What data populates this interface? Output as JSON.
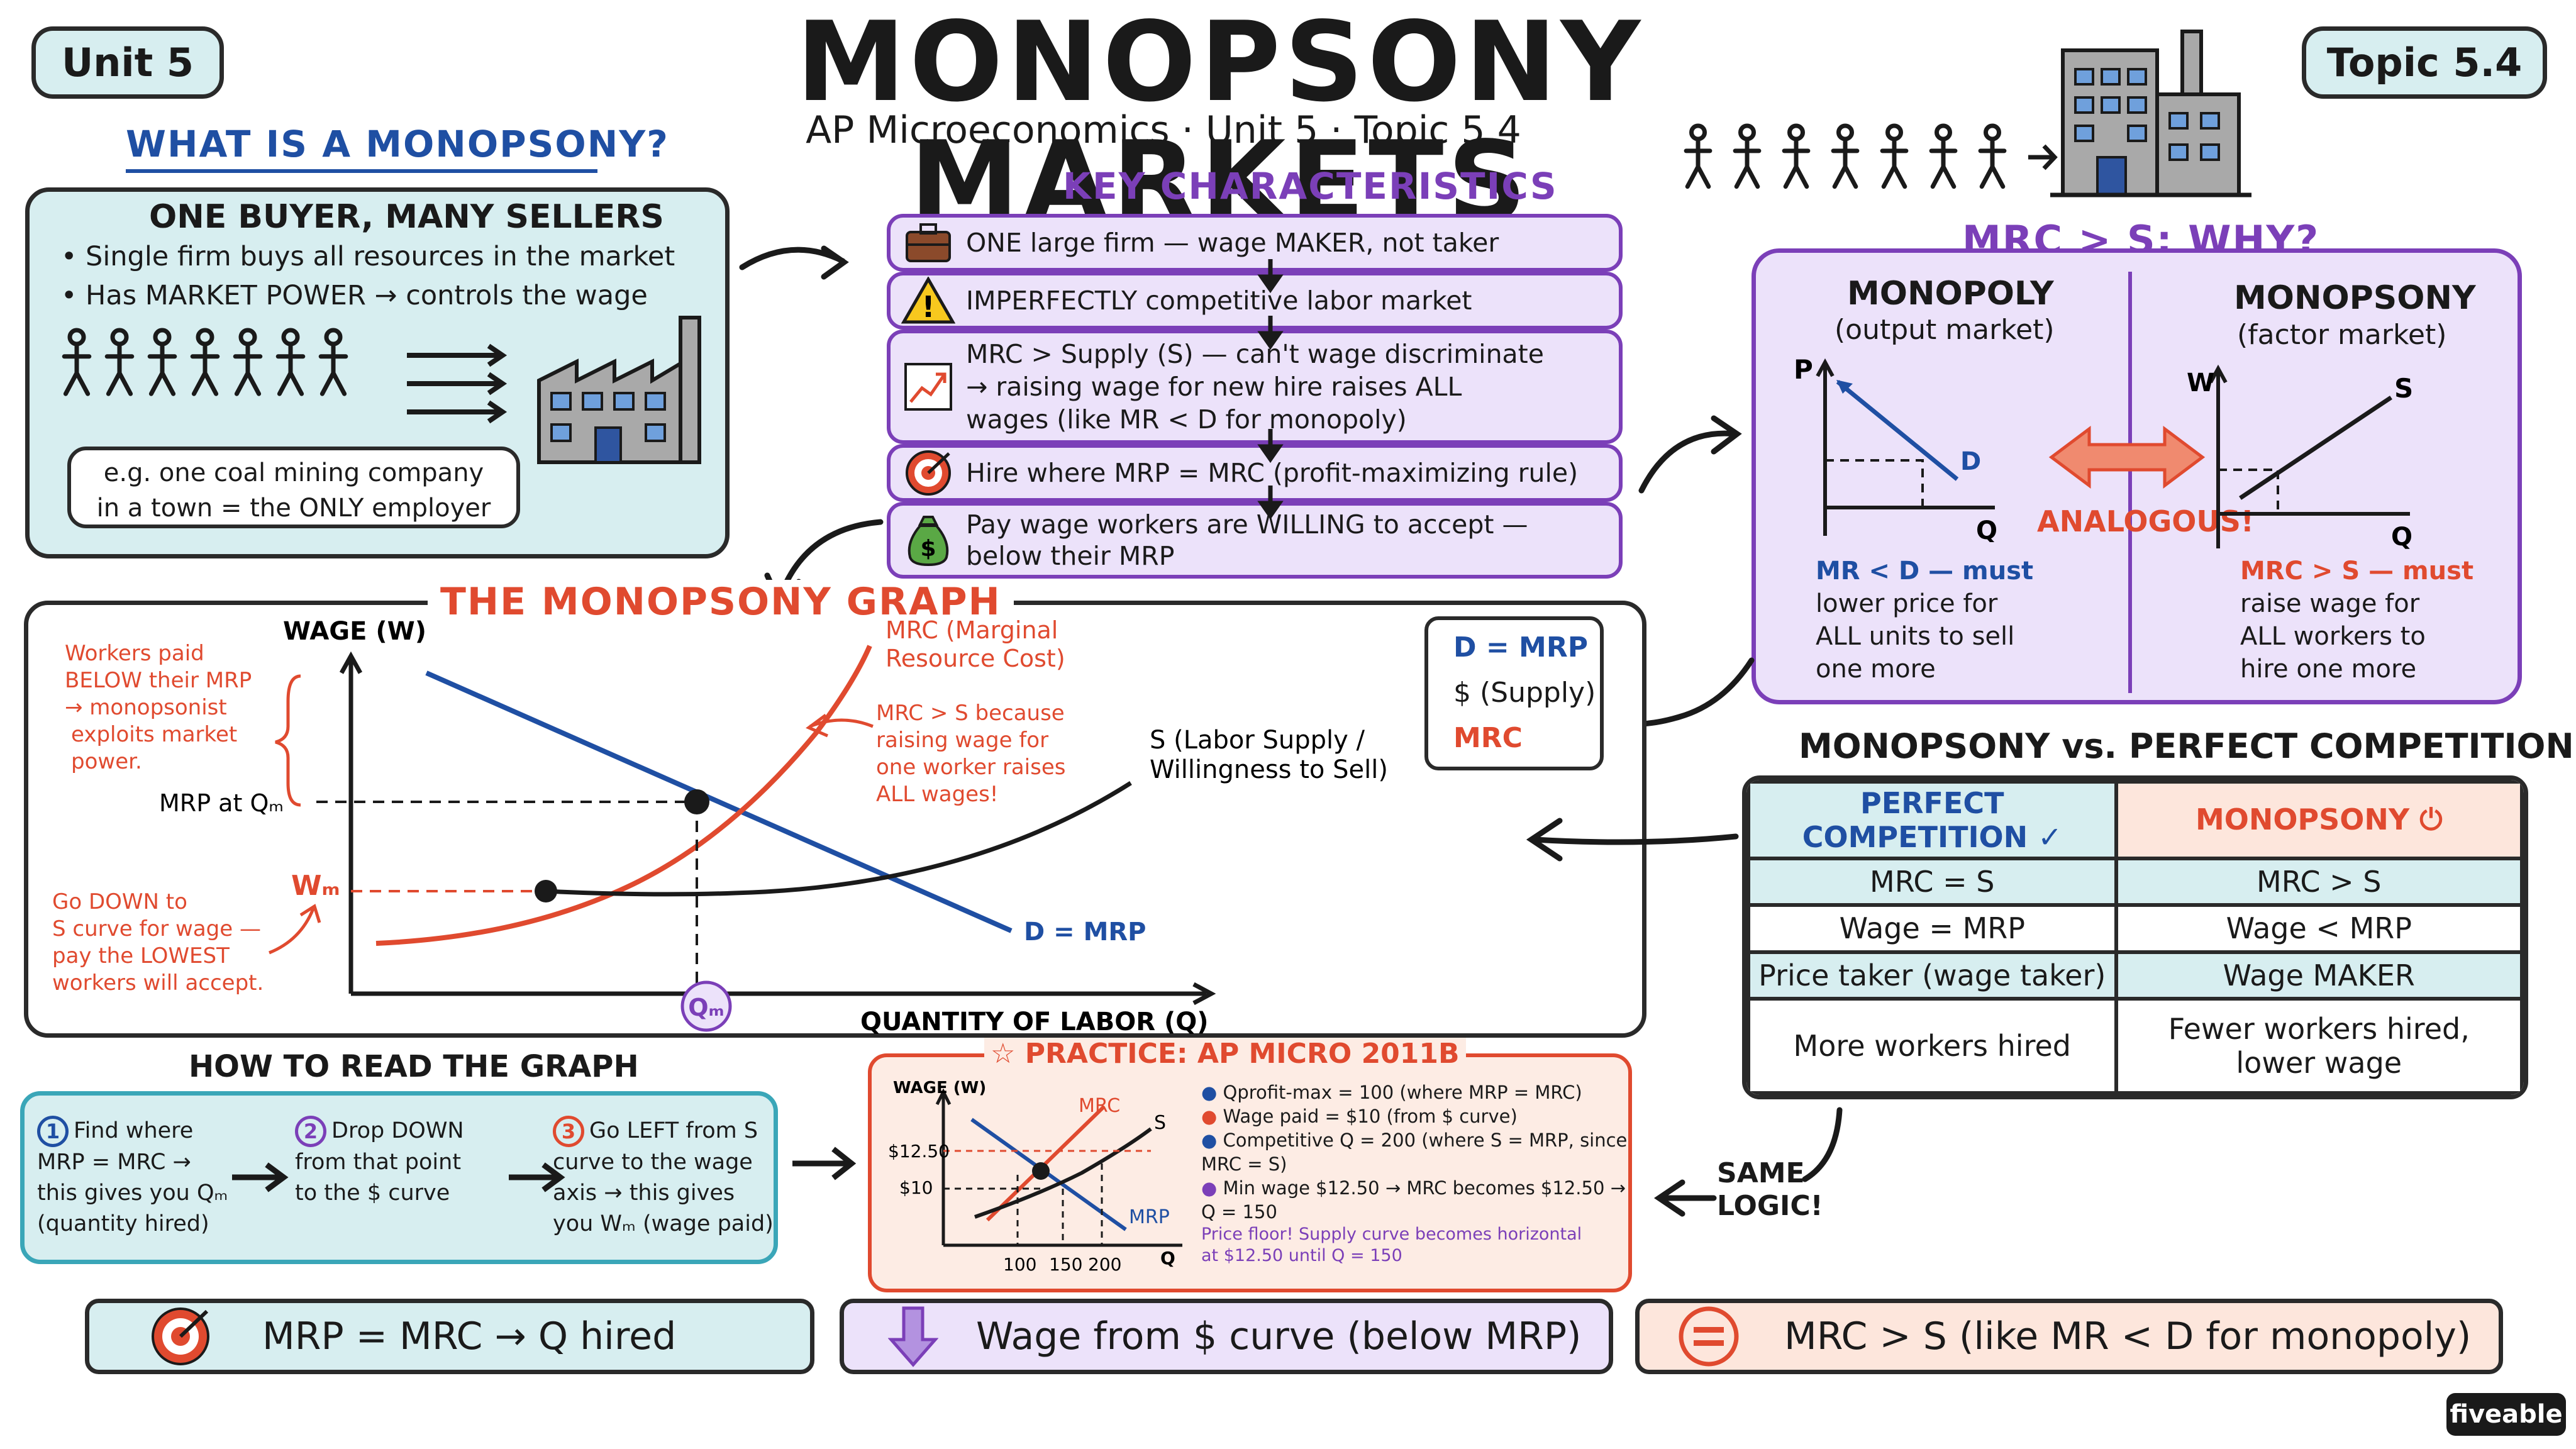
{
  "header": {
    "unit_badge": "Unit 5",
    "topic_badge": "Topic 5.4",
    "title": "MONOPSONY MARKETS",
    "subtitle": "AP Microeconomics · Unit 5 · Topic 5.4"
  },
  "what_is": {
    "title": "WHAT IS A MONOPSONY?",
    "heading": "ONE BUYER, MANY SELLERS",
    "bullets": [
      "Single firm buys all resources in the market",
      "Has MARKET POWER → controls the wage"
    ],
    "example_line1": "e.g. one coal mining company",
    "example_line2": "in a town = the ONLY employer"
  },
  "key_characteristics": {
    "title": "KEY CHARACTERISTICS",
    "items": [
      {
        "icon": "briefcase-icon",
        "lines": [
          "ONE large firm — wage MAKER, not taker"
        ]
      },
      {
        "icon": "warning-icon",
        "lines": [
          "IMPERFECTLY competitive labor market"
        ]
      },
      {
        "icon": "chart-rising-icon",
        "lines": [
          "MRC > Supply (S) — can't wage discriminate",
          "→ raising wage for new hire raises ALL",
          "wages (like MR < D for monopoly)"
        ]
      },
      {
        "icon": "target-icon",
        "lines": [
          "Hire where MRP = MRC (profit-maximizing rule)"
        ]
      },
      {
        "icon": "money-bag-icon",
        "lines": [
          "Pay wage workers are WILLING to accept —",
          "below their MRP"
        ]
      }
    ]
  },
  "why_panel": {
    "title": "MRC > S: WHY?",
    "monopoly_title": "MONOPOLY",
    "monopoly_sub": "(output market)",
    "monopsony_title": "MONOPSONY",
    "monopsony_sub": "(factor market)",
    "p_label": "P",
    "q_label": "Q",
    "d_label": "D",
    "w_label": "W",
    "s_label": "S",
    "analogous": "ANALOGOUS!",
    "left_note": [
      "MR < D — must",
      "lower price for",
      "ALL units to sell",
      "one more"
    ],
    "right_note": [
      "MRC > S — must",
      "raise wage for",
      "ALL workers to",
      "hire one more"
    ]
  },
  "main_graph": {
    "title": "THE MONOPSONY GRAPH",
    "y_axis": "WAGE (W)",
    "x_axis": "QUANTITY OF LABOR (Q)",
    "mrc_label": [
      "MRC (Marginal",
      "Resource Cost)"
    ],
    "s_label": [
      "S (Labor Supply /",
      "Willingness to Sell)"
    ],
    "d_label": "D = MRP",
    "qm": "Qₘ",
    "mrp_at_qm": "MRP at Qₘ",
    "wm": "Wₘ",
    "note_below_mrp": [
      "Workers paid",
      "BELOW their MRP",
      "→ monopsonist",
      "exploits market",
      "power."
    ],
    "note_mrc": [
      "MRC > S because",
      "raising wage for",
      "one worker raises",
      "ALL wages!"
    ],
    "note_down": [
      "Go DOWN to",
      "S curve for wage —",
      "pay the LOWEST",
      "workers will accept."
    ],
    "legend": [
      "D = MRP",
      "$ (Supply)",
      "MRC"
    ]
  },
  "comparison": {
    "title": "MONOPSONY vs. PERFECT COMPETITION",
    "col1": "PERFECT COMPETITION",
    "col2": "MONOPSONY",
    "rows": [
      [
        "MRC = S",
        "MRC > S"
      ],
      [
        "Wage = MRP",
        "Wage < MRP"
      ],
      [
        "Price taker (wage taker)",
        "Wage MAKER"
      ],
      [
        "More workers hired",
        "Fewer workers hired, lower wage"
      ]
    ],
    "same_logic": [
      "SAME",
      "LOGIC!"
    ]
  },
  "how_to": {
    "title": "HOW TO READ THE GRAPH",
    "steps": [
      {
        "num": "1",
        "lines": [
          "Find where",
          "MRP = MRC →",
          "this gives you Qₘ",
          "(quantity hired)"
        ]
      },
      {
        "num": "2",
        "lines": [
          "Drop DOWN",
          "from that point",
          "to the $ curve"
        ]
      },
      {
        "num": "3",
        "lines": [
          "Go LEFT from S",
          "curve to the wage",
          "axis → this gives",
          "you Wₘ (wage paid)"
        ]
      }
    ]
  },
  "practice": {
    "title": "PRACTICE: AP MICRO 2011B",
    "y_axis": "WAGE (W)",
    "mrc": "MRC",
    "s": "S",
    "mrp": "MRP",
    "q": "Q",
    "y_ticks": [
      "$12.50",
      "$10"
    ],
    "x_ticks": [
      "100",
      "150",
      "200"
    ],
    "bullets": [
      "Qprofit-max = 100 (where MRP = MRC)",
      "Wage paid = $10 (from $ curve)",
      "Competitive Q = 200 (where S = MRP, since MRC = S)",
      "Min wage $12.50 → MRC becomes $12.50 → Q = 150"
    ],
    "note": [
      "Price floor! Supply curve becomes horizontal",
      "at $12.50 until Q = 150"
    ]
  },
  "summary": {
    "box1": "MRP = MRC → Q hired",
    "box2": "Wage from $ curve (below MRP)",
    "box3": "MRC > S (like MR < D for monopoly)"
  },
  "brand": "fiveable",
  "colors": {
    "teal": "#d7eef0",
    "purple": "#7b3fb8",
    "red": "#e04a2f",
    "blue": "#1f4fa3",
    "peach": "#fde6dc"
  }
}
